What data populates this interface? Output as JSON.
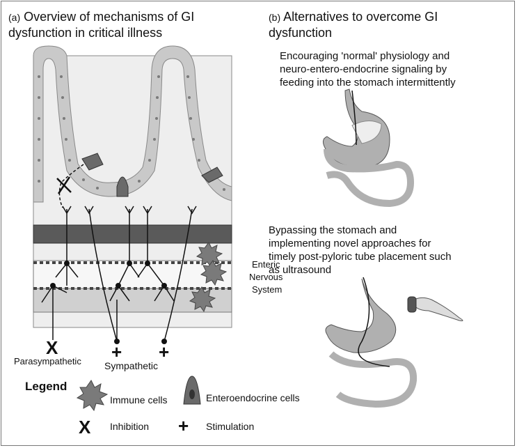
{
  "panel_a": {
    "letter": "(a)",
    "title_line1": "Overview of mechanisms of GI",
    "title_line2": "dysfunction in critical illness",
    "ens_label_line1": "Enteric",
    "ens_label_line2": "Nervous",
    "ens_label_line3": "System",
    "parasympathetic_label": "Parasympathetic",
    "sympathetic_label": "Sympathetic",
    "inhibition_symbol": "X",
    "stimulation_symbol": "+"
  },
  "panel_b": {
    "letter": "(b)",
    "title_line1": "Alternatives to overcome GI",
    "title_line2": "dysfunction",
    "desc1_line1": "Encouraging 'normal' physiology and",
    "desc1_line2": "neuro-entero-endocrine signaling by",
    "desc1_line3": "feeding into the stomach intermittently",
    "desc2_line1": "Bypassing the stomach and",
    "desc2_line2": "implementing novel approaches for",
    "desc2_line3": "timely post-pyloric tube placement such",
    "desc2_line4": "as ultrasound"
  },
  "legend": {
    "title": "Legend",
    "immune_cells": "Immune cells",
    "enteroendocrine_cells": "Enteroendocrine cells",
    "inhibition_symbol": "X",
    "inhibition": "Inhibition",
    "stimulation_symbol": "+",
    "stimulation": "Stimulation"
  },
  "colors": {
    "epithelium": "#c9c9c9",
    "lumen": "#eeeeee",
    "muscle_band": "#5a5a5a",
    "submucosa": "#d0d0d0",
    "stomach_fill": "#b0b0b0",
    "intestine_highlight": "#d6d6d6",
    "cells": "#7a7a7a"
  }
}
